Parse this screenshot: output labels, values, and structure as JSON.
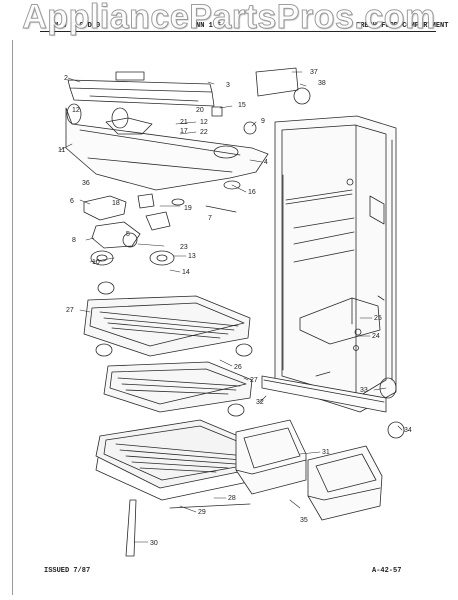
{
  "watermark": "AppliancePartsPros.com",
  "header": {
    "left": "M 0 C 0 D 0",
    "model": "NN 1 5 C 0",
    "section": "FRESH FOOD COMPARTMENT"
  },
  "footer": {
    "issued": "ISSUED 7/87",
    "code": "A-42-57"
  },
  "callouts": [
    "2",
    "3",
    "37",
    "38",
    "12",
    "15",
    "9",
    "12",
    "22",
    "21",
    "20",
    "17",
    "11",
    "4",
    "36",
    "16",
    "6",
    "18",
    "19",
    "7",
    "8",
    "23",
    "5",
    "10",
    "13",
    "14",
    "27",
    "25",
    "24",
    "26",
    "27",
    "33",
    "32",
    "34",
    "31",
    "28",
    "35",
    "30",
    "29"
  ]
}
